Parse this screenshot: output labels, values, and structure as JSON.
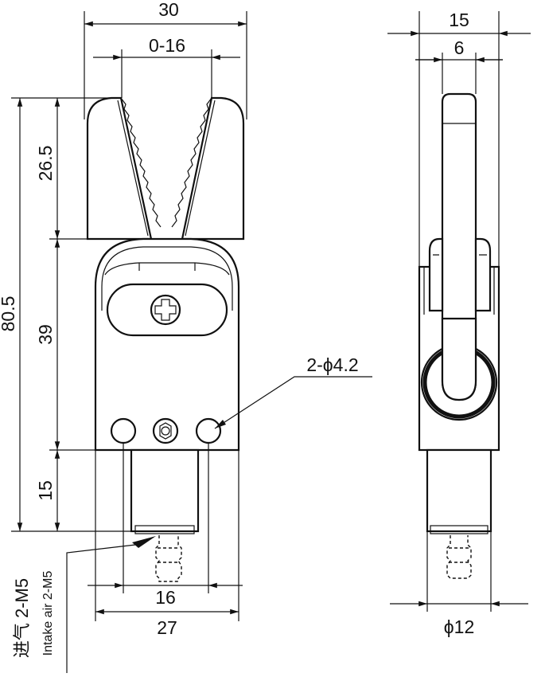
{
  "dimensions": {
    "width_total": "30",
    "jaw_opening": "0-16",
    "side_width": "15",
    "side_finger": "6",
    "height_total": "80.5",
    "jaw_height": "26.5",
    "body_height": "39",
    "base_height": "15",
    "hole_spacing": "16",
    "base_width": "27",
    "diameter": "ϕ12"
  },
  "callouts": {
    "holes": "2-ϕ4.2",
    "intake_cn": "进气 2-M5",
    "intake_en": "Intake air 2-M5"
  }
}
